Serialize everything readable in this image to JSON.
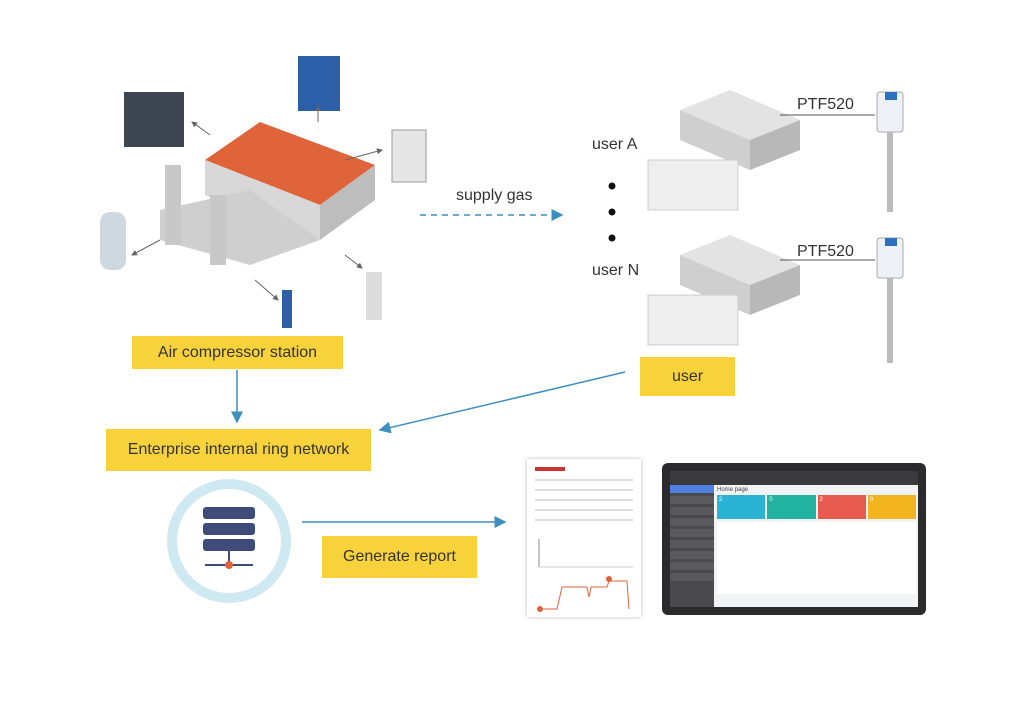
{
  "labels": {
    "station": "Air compressor station",
    "network": "Enterprise internal ring network",
    "report": "Generate report",
    "user": "user",
    "supply": "supply gas",
    "user_a": "user A",
    "user_n": "user N",
    "sensor_a": "PTF520",
    "sensor_n": "PTF520"
  },
  "dashboard": {
    "title": "Home page",
    "cards": [
      {
        "value": "2",
        "color": "#2bb3d4"
      },
      {
        "value": "0",
        "color": "#22b3a0"
      },
      {
        "value": "2",
        "color": "#e65a4f"
      },
      {
        "value": "0",
        "color": "#f2b51f"
      }
    ]
  },
  "colors": {
    "label_bg": "#f7d23b",
    "arrow": "#3d8fbd",
    "roof": "#e0643a"
  }
}
